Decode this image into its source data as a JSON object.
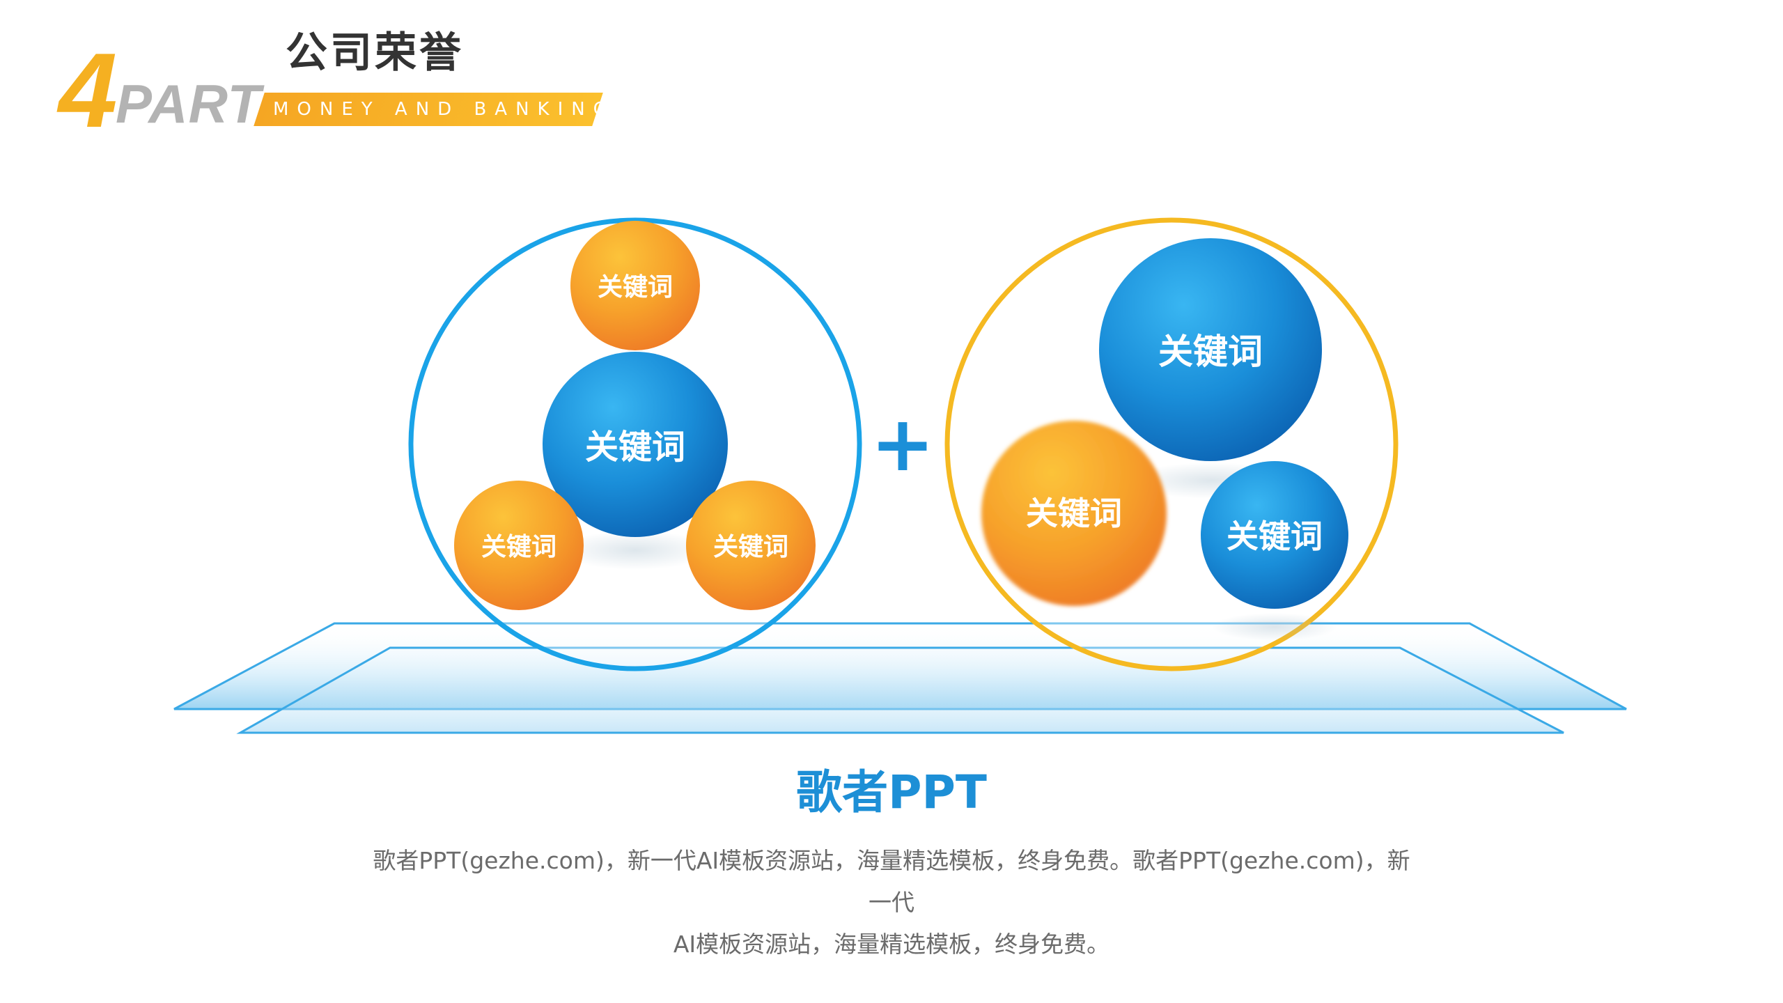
{
  "header": {
    "part_number": "4",
    "part_word": "PART",
    "title": "公司荣誉",
    "subtitle": "MONEY AND BANKING"
  },
  "diagram": {
    "plus_sign": "+",
    "left_group": {
      "outline_color": "#1aa3e8",
      "center_label": "关键词",
      "top_label": "关键词",
      "bottom_left_label": "关键词",
      "bottom_right_label": "关键词"
    },
    "right_group": {
      "outline_color": "#f5b921",
      "large_label": "关键词",
      "orange_label": "关键词",
      "small_label": "关键词"
    },
    "colors": {
      "blue": "#1b8fd8",
      "orange": "#f7a22b",
      "accent_yellow": "#f5b021"
    }
  },
  "caption": {
    "title": "歌者PPT",
    "body_line1": "歌者PPT(gezhe.com)，新一代AI模板资源站，海量精选模板，终身免费。歌者PPT(gezhe.com)，新一代",
    "body_line2": "AI模板资源站，海量精选模板，终身免费。"
  }
}
